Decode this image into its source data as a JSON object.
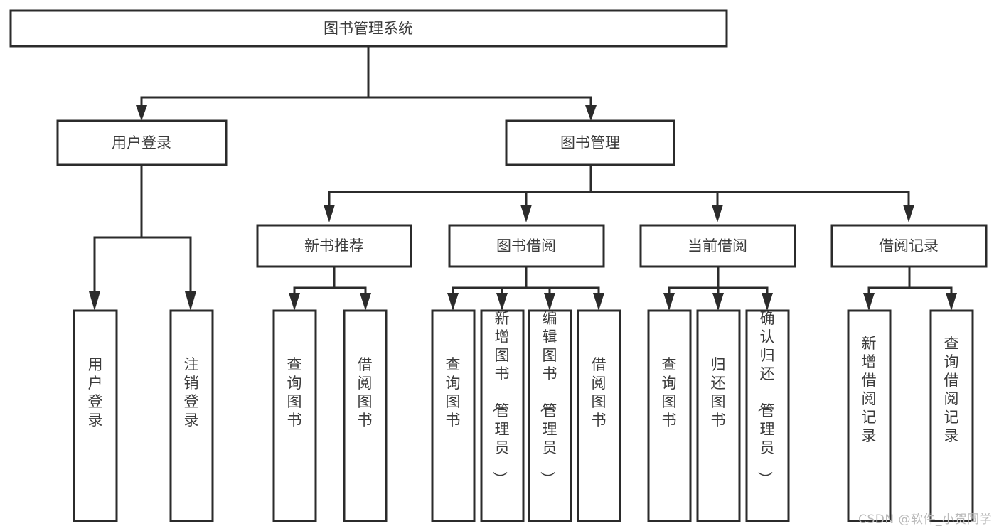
{
  "diagram": {
    "type": "tree",
    "title": "图书管理系统",
    "watermark": "CSDN @软件_小贺同学",
    "colors": {
      "stroke": "#2b2b2b",
      "box_fill": "#ffffff",
      "text": "#3b3b3b",
      "background": "#ffffff",
      "watermark": "#b9b9b9"
    },
    "levels": {
      "root": "图书管理系统",
      "level2": [
        "用户登录",
        "图书管理"
      ],
      "level3": [
        "新书推荐",
        "图书借阅",
        "当前借阅",
        "借阅记录"
      ]
    },
    "nodes": {
      "root": {
        "label": "图书管理系统"
      },
      "user_login": {
        "label": "用户登录"
      },
      "book_mgmt": {
        "label": "图书管理"
      },
      "new_book_rec": {
        "label": "新书推荐"
      },
      "book_borrow": {
        "label": "图书借阅"
      },
      "current_borrow": {
        "label": "当前借阅"
      },
      "borrow_record": {
        "label": "借阅记录"
      },
      "leaf_user_login": {
        "label": "用户登录"
      },
      "leaf_user_logout": {
        "label": "注销登录"
      },
      "leaf_query_book_a": {
        "label": "查询图书"
      },
      "leaf_borrow_book_a": {
        "label": "借阅图书"
      },
      "leaf_query_book_b": {
        "label": "查询图书"
      },
      "leaf_add_book": {
        "label": "新增图书（管理员）"
      },
      "leaf_edit_book": {
        "label": "编辑图书（管理员）"
      },
      "leaf_borrow_book_b": {
        "label": "借阅图书"
      },
      "leaf_query_book_c": {
        "label": "查询图书"
      },
      "leaf_return_book": {
        "label": "归还图书"
      },
      "leaf_confirm_return": {
        "label": "确认归还（管理员）"
      },
      "leaf_add_record": {
        "label": "新增借阅记录"
      },
      "leaf_query_record": {
        "label": "查询借阅记录"
      }
    },
    "edges": [
      {
        "from": "root",
        "to": "user_login"
      },
      {
        "from": "root",
        "to": "book_mgmt"
      },
      {
        "from": "book_mgmt",
        "to": "new_book_rec"
      },
      {
        "from": "book_mgmt",
        "to": "book_borrow"
      },
      {
        "from": "book_mgmt",
        "to": "current_borrow"
      },
      {
        "from": "book_mgmt",
        "to": "borrow_record"
      },
      {
        "from": "user_login",
        "to": "leaf_user_login"
      },
      {
        "from": "user_login",
        "to": "leaf_user_logout"
      },
      {
        "from": "new_book_rec",
        "to": "leaf_query_book_a"
      },
      {
        "from": "new_book_rec",
        "to": "leaf_borrow_book_a"
      },
      {
        "from": "book_borrow",
        "to": "leaf_query_book_b"
      },
      {
        "from": "book_borrow",
        "to": "leaf_add_book"
      },
      {
        "from": "book_borrow",
        "to": "leaf_edit_book"
      },
      {
        "from": "book_borrow",
        "to": "leaf_borrow_book_b"
      },
      {
        "from": "current_borrow",
        "to": "leaf_query_book_c"
      },
      {
        "from": "current_borrow",
        "to": "leaf_return_book"
      },
      {
        "from": "current_borrow",
        "to": "leaf_confirm_return"
      },
      {
        "from": "borrow_record",
        "to": "leaf_add_record"
      },
      {
        "from": "borrow_record",
        "to": "leaf_query_record"
      }
    ]
  }
}
